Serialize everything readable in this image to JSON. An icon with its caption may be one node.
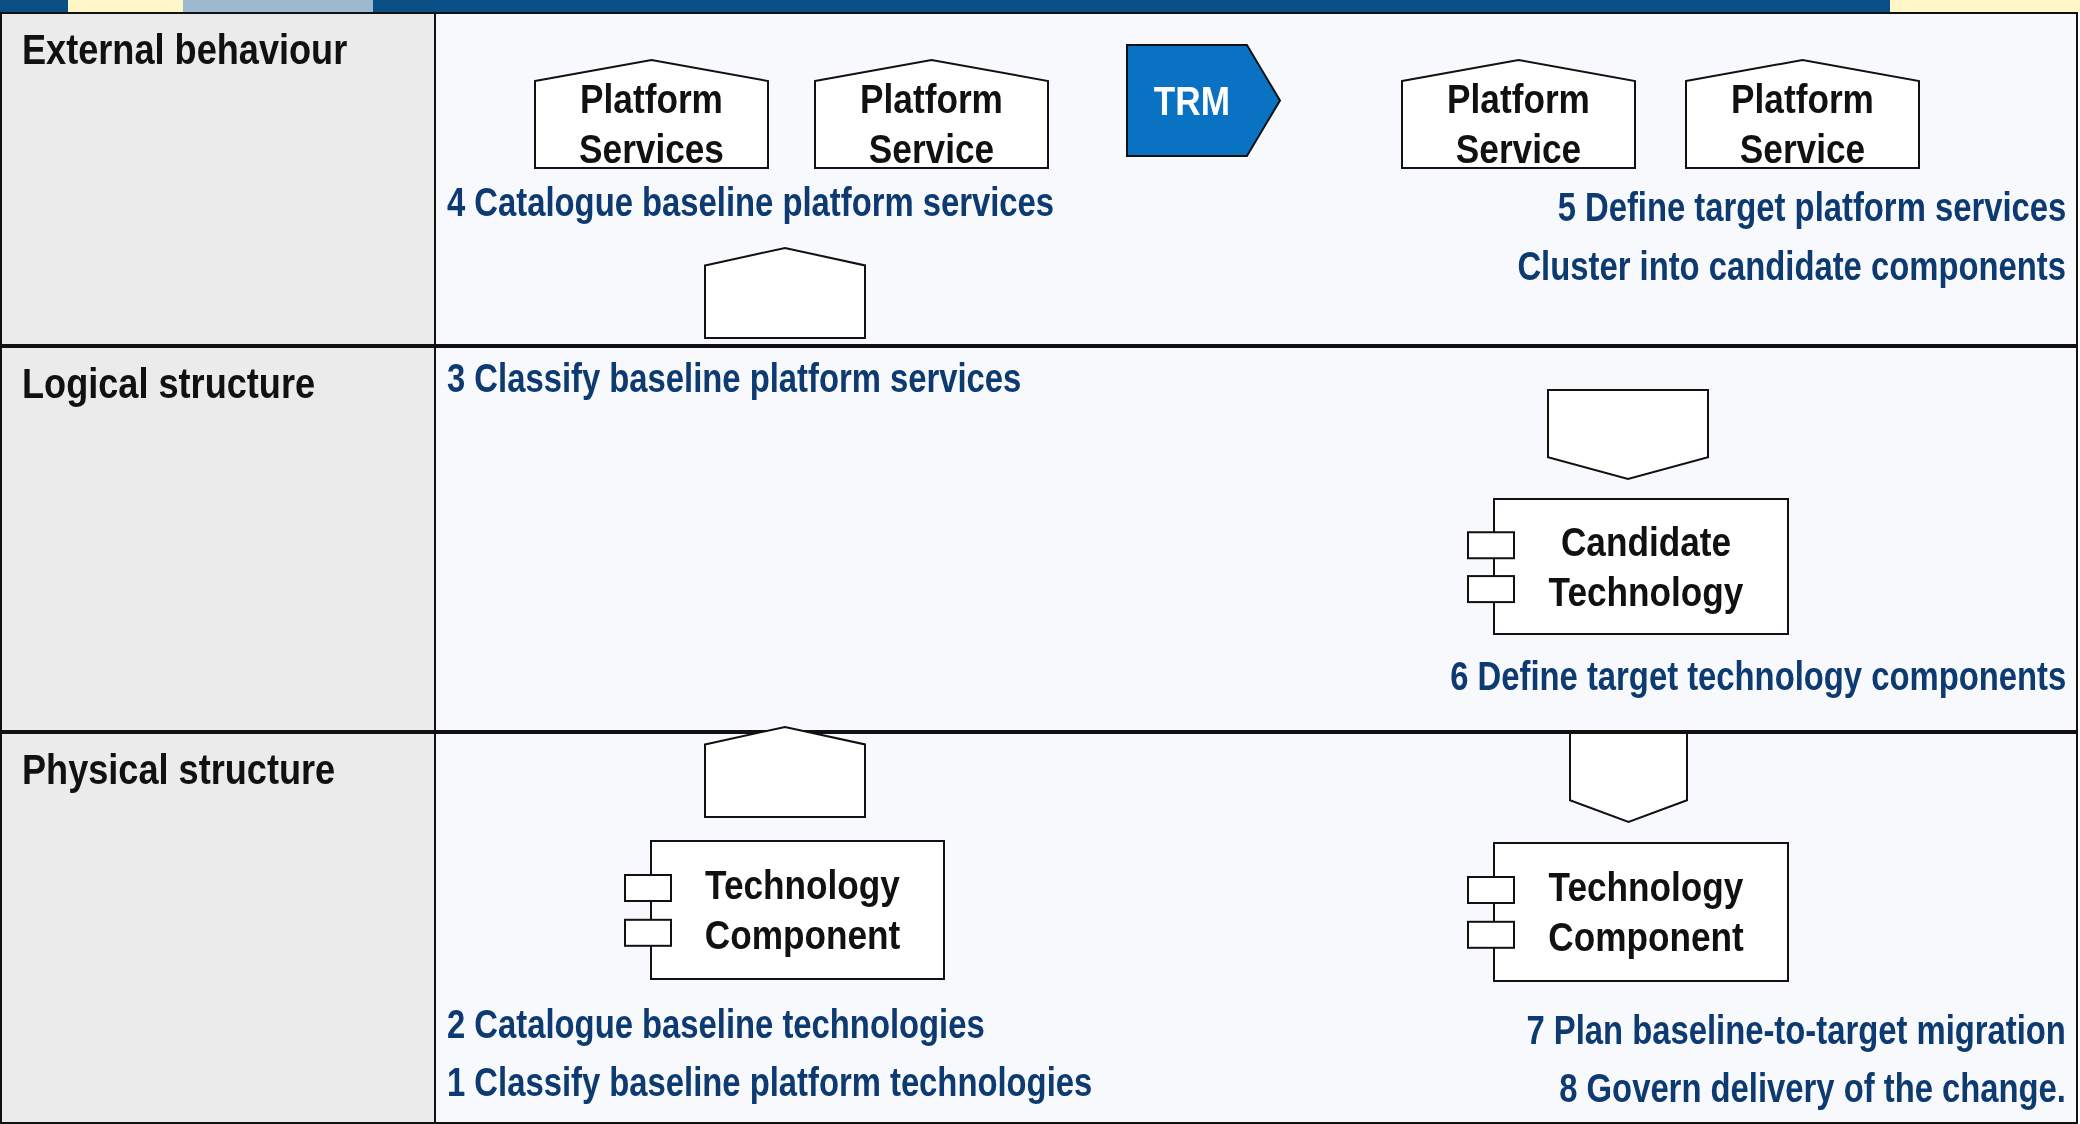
{
  "diagram": {
    "nodes": [
      {
        "text": [
          "External behaviour"
        ]
      },
      {
        "text": [
          "Platform Services"
        ],
        "in": 0
      },
      {
        "text": [
          "Platform Service"
        ],
        "in": 0
      },
      {
        "text": [
          "TRM"
        ],
        "in": 0
      },
      {
        "text": [
          "Platform Service"
        ],
        "in": 0
      },
      {
        "text": [
          "Platform Service"
        ],
        "in": 0
      },
      {
        "text": [],
        "shape": "box",
        "in": 0
      },
      {
        "text": [
          "Logical structure"
        ]
      },
      {
        "text": [],
        "shape": "box",
        "in": 7
      },
      {
        "text": [
          "Candidate Technology"
        ],
        "in": 7
      },
      {
        "text": [
          "Physical structure"
        ]
      },
      {
        "text": [],
        "shape": "box",
        "in": 10
      },
      {
        "text": [],
        "shape": "box",
        "in": 10
      },
      {
        "text": [
          "Technology Component"
        ],
        "in": 10
      },
      {
        "text": [
          "Technology Component"
        ],
        "in": 10
      }
    ],
    "edges": [],
    "labels": [
      "4 Catalogue baseline platform services",
      "5 Define target platform services",
      "Cluster into candidate components",
      "3 Classify baseline platform services",
      "6 Define target technology components",
      "2 Catalogue baseline technologies",
      "7 Plan baseline-to-target migration",
      "1 Classify baseline platform technologies",
      "8 Govern delivery of the change."
    ]
  }
}
